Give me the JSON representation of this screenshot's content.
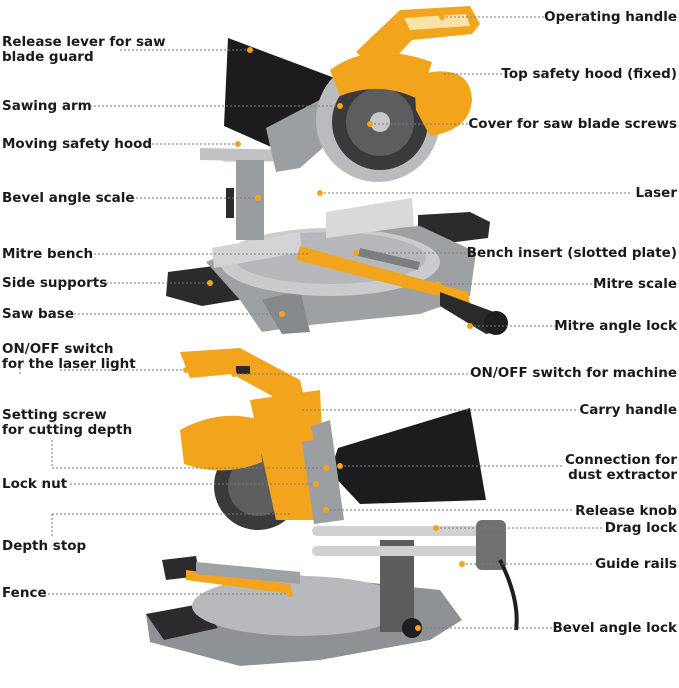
{
  "diagram": {
    "top_saw": {
      "left_labels": {
        "release_lever": [
          "Release lever for saw",
          "blade guard"
        ],
        "sawing_arm": "Sawing arm",
        "moving_hood": "Moving safety hood",
        "bevel_scale": "Bevel angle scale",
        "mitre_bench": "Mitre bench",
        "side_supports": "Side supports",
        "saw_base": "Saw base"
      },
      "right_labels": {
        "operating_handle": "Operating handle",
        "top_hood": "Top safety hood (fixed)",
        "cover_screws": "Cover for saw blade screws",
        "laser": "Laser",
        "bench_insert": "Bench insert (slotted plate)",
        "mitre_scale": "Mitre scale",
        "mitre_lock": "Mitre angle lock"
      }
    },
    "bottom_saw": {
      "left_labels": {
        "laser_switch": [
          "ON/OFF switch",
          "for the laser light"
        ],
        "setting_screw": [
          "Setting screw",
          "for cutting depth"
        ],
        "lock_nut": "Lock nut",
        "depth_stop": "Depth stop",
        "fence": "Fence"
      },
      "right_labels": {
        "machine_switch": "ON/OFF switch for machine",
        "carry_handle": "Carry handle",
        "dust_connection": [
          "Connection for",
          "dust extractor"
        ],
        "release_knob": "Release knob",
        "drag_lock": "Drag lock",
        "guide_rails": "Guide rails",
        "bevel_lock": "Bevel angle lock"
      }
    },
    "colors": {
      "accent_orange": "#f2a51c",
      "metal_grey": "#a9abad",
      "dark_grey": "#3c3c3e",
      "bag_black": "#1c1c1e",
      "label_text": "#1a1a1a",
      "dotted_line": "#7a7a7a"
    }
  }
}
